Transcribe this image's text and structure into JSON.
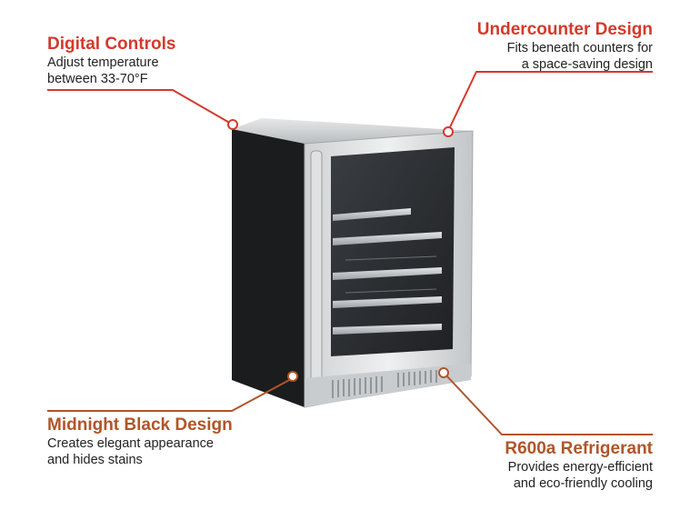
{
  "callouts": {
    "digital_controls": {
      "title": "Digital Controls",
      "line1": "Adjust temperature",
      "line2": "between 33-70°F"
    },
    "undercounter": {
      "title": "Undercounter Design",
      "line1": "Fits beneath counters for",
      "line2": "a space-saving design"
    },
    "midnight_black": {
      "title": "Midnight Black Design",
      "line1": "Creates elegant appearance",
      "line2": "and hides stains"
    },
    "refrigerant": {
      "title": "R600a Refrigerant",
      "line1": "Provides energy-efficient",
      "line2": "and eco-friendly cooling"
    }
  },
  "colors": {
    "top_accent": "#d33a2c",
    "bottom_accent": "#b0552a"
  }
}
